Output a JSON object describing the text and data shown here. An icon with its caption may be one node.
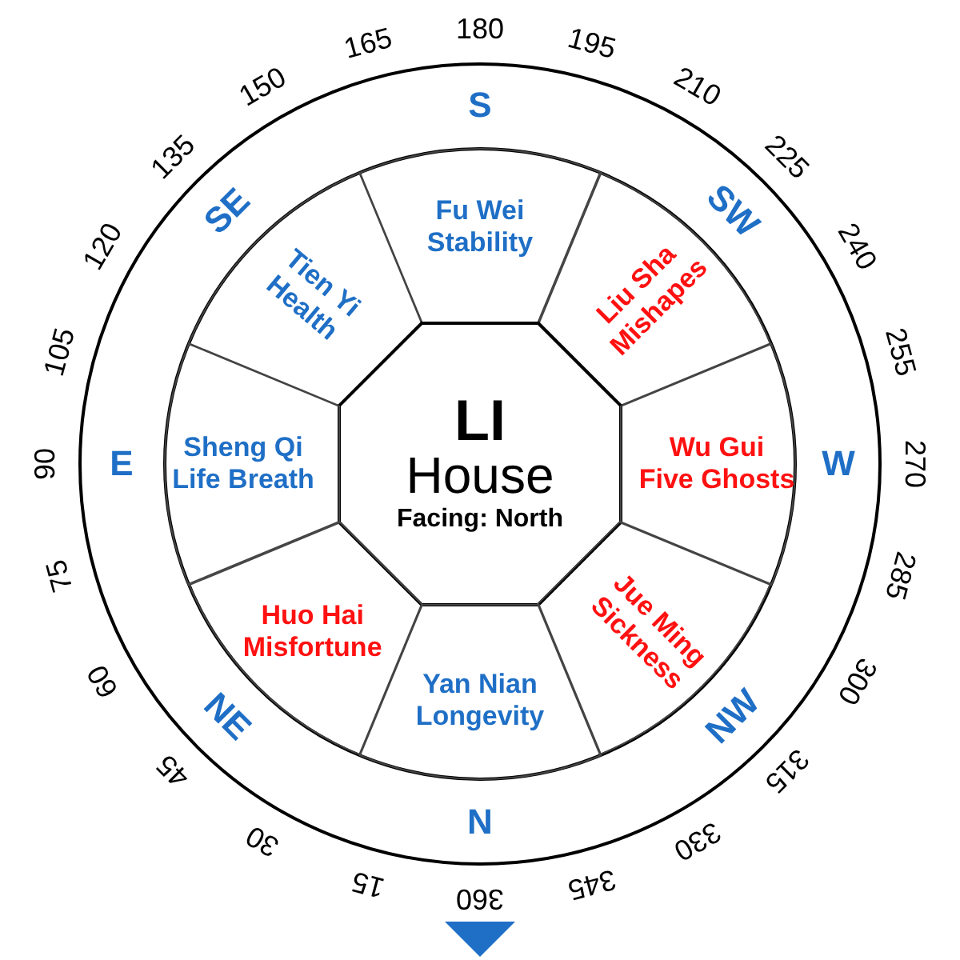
{
  "diagram": {
    "nodes": [
      {
        "text": [
          "Fu Wei",
          "Stability"
        ]
      },
      {
        "text": [
          "Tien Yi",
          "Health"
        ]
      },
      {
        "text": [
          "Liu Sha",
          "Mishapes"
        ]
      },
      {
        "text": [
          "LI",
          "House",
          "Facing: North"
        ]
      },
      {
        "text": [
          "Sheng Qi",
          "Life Breath"
        ]
      },
      {
        "text": [
          "Wu Gui",
          "Five Ghosts"
        ]
      },
      {
        "text": [
          "Huo Hai",
          "Misfortune"
        ]
      },
      {
        "text": [
          "Jue Ming",
          "Sickness"
        ]
      },
      {
        "text": [
          "Yan Nian",
          "Longevity"
        ]
      }
    ],
    "labels": [
      "180",
      "195",
      "210",
      "225",
      "240",
      "255",
      "270",
      "285",
      "300",
      "315",
      "330",
      "345",
      "360",
      "15",
      "30",
      "45",
      "60",
      "75",
      "90",
      "105",
      "120",
      "135",
      "150",
      "165",
      "S",
      "SW",
      "W",
      "NW",
      "N",
      "NE",
      "E",
      "SE"
    ]
  }
}
